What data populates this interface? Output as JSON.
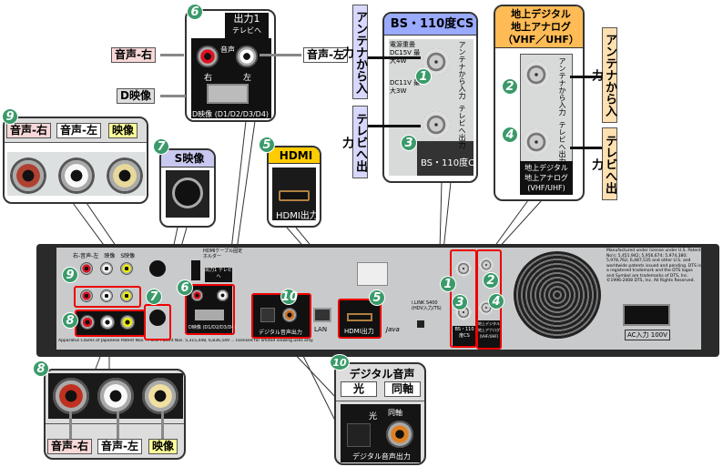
{
  "callout6": {
    "badge": "6",
    "header_line1": "出力1",
    "header_line2": "テレビへ",
    "audio_label": "音声",
    "right": "右",
    "left": "左",
    "d_label": "D映像 (D1/D2/D3/D4)"
  },
  "labels": {
    "audio_r": "音声-右",
    "audio_l": "音声-左",
    "d_video": "D映像",
    "video": "映像"
  },
  "callout9": {
    "badge": "9",
    "audio_r": "音声-右",
    "audio_l": "音声-左",
    "video": "映像"
  },
  "callout7": {
    "badge": "7",
    "header": "S映像"
  },
  "callout5": {
    "badge": "5",
    "header": "HDMI",
    "port_label": "HDMI出力"
  },
  "callout_bs": {
    "header": "BS・110度CS",
    "badge_in": "1",
    "badge_out": "3",
    "power_text": "電源重畳 DC15V 最大4W",
    "power_text2": "DC11V 最大3W",
    "port_in": "アンテナから入力",
    "port_out": "テレビへ出力",
    "footer": "BS・110度CS",
    "side_in": "アンテナから入力",
    "side_out": "テレビへ出力"
  },
  "callout_terr": {
    "header_line1": "地上デジタル",
    "header_line2": "地上アナログ",
    "header_line3": "（VHF／UHF）",
    "badge_in": "2",
    "badge_out": "4",
    "port_in": "アンテナから入力",
    "port_out": "テレビへ出力",
    "footer_line1": "地上デジタル",
    "footer_line2": "地上アナログ",
    "footer_line3": "(VHF/UHF)",
    "side_in": "アンテナから入力",
    "side_out": "テレビへ出力"
  },
  "device": {
    "av_label": "右-音声-左　映像　S映像",
    "hdmi_holder": "HDMIケーブル固定ホルダー",
    "out1": "出力1 テレビへ",
    "d_label": "D映像 (D1/D2/D3/D4)",
    "digital_audio": "デジタル音声出力",
    "lan": "LAN",
    "hdmi": "HDMI出力",
    "ilink": "i.LINK S400 (HDV入力/TS)",
    "bs": "BS・110度CS",
    "terr": "地上デジタル 地上アナログ (VHF/UHF)",
    "ac": "AC入力 100V",
    "license": "Manufactured under license under U.S. Patent No's: 5,451,942; 5,956,674; 5,974,380; 5,978,762; 6,487,535 and other U.S. and worldwide patents issued and pending. DTS is a registered trademark and the DTS logos and Symbol are trademarks of DTS, Inc. ©1996-2008 DTS, Inc. All Rights Reserved.",
    "patent": "Apparatus Claims of Japanese Patent Nos. ... U.S. Patent Nos. 5,315,448, 6,836,549 ... licensed for limited viewing uses only.",
    "java": "Java",
    "badges": [
      "9",
      "7",
      "8",
      "6",
      "10",
      "5",
      "1",
      "3",
      "2",
      "4"
    ]
  },
  "callout8": {
    "badge": "8",
    "audio_r": "音声-右",
    "audio_l": "音声-左",
    "video": "映像"
  },
  "callout10": {
    "badge": "10",
    "header": "デジタル音声",
    "optical": "光",
    "coaxial": "同軸",
    "footer": "デジタル音声出力"
  },
  "colors": {
    "badge": "#3a9a6a",
    "highlight": "#e00000",
    "hdmi_header": "#ffcc00",
    "bs_header": "#99aaff",
    "terr_header": "#ffbb55",
    "s_header": "#c8c8f0"
  }
}
